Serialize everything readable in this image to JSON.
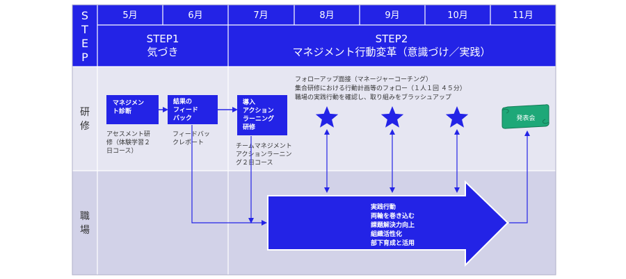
{
  "step_label": [
    "S",
    "T",
    "E",
    "P"
  ],
  "kenshu_label": [
    "研",
    "修"
  ],
  "shokuba_label": [
    "職",
    "場"
  ],
  "months": [
    "5月",
    "6月",
    "7月",
    "8月",
    "9月",
    "10月",
    "11月"
  ],
  "step1": {
    "title": "STEP1",
    "subtitle": "気づき"
  },
  "step2": {
    "title": "STEP2",
    "subtitle": "マネジメント行動変革（意識づけ／実践）"
  },
  "boxes": {
    "assessment": [
      "マネジメン",
      "ト診断"
    ],
    "feedback": [
      "結果の",
      "フィード",
      "バック"
    ],
    "intro": [
      "導入",
      "アクション",
      "ラーニング",
      "研修"
    ]
  },
  "captions": {
    "assessment": [
      "アセスメント研",
      "修（体験学習２",
      "日コース）"
    ],
    "feedback": [
      "フィードバッ",
      "クレポート"
    ],
    "intro": [
      "チームマネジメント",
      "アクションラーニン",
      "グ２日コース"
    ]
  },
  "followup_notes": [
    "フォローアップ面接（マネージャーコーチング）",
    "集合研修における行動計画等のフォロー（１人１回 ４５分）",
    "職場の実践行動を確認し、取り組みをブラッシュアップ"
  ],
  "presentation_label": "発表会",
  "practice": [
    "実践行動",
    "両輪を巻き込む",
    "課題解決力向上",
    "組織活性化",
    "部下育成と活用"
  ],
  "colors": {
    "primary": "#2323e6",
    "band_light": "#e6e6f2",
    "band_mid": "#d2d2e8",
    "scroll": "#1ea878"
  }
}
